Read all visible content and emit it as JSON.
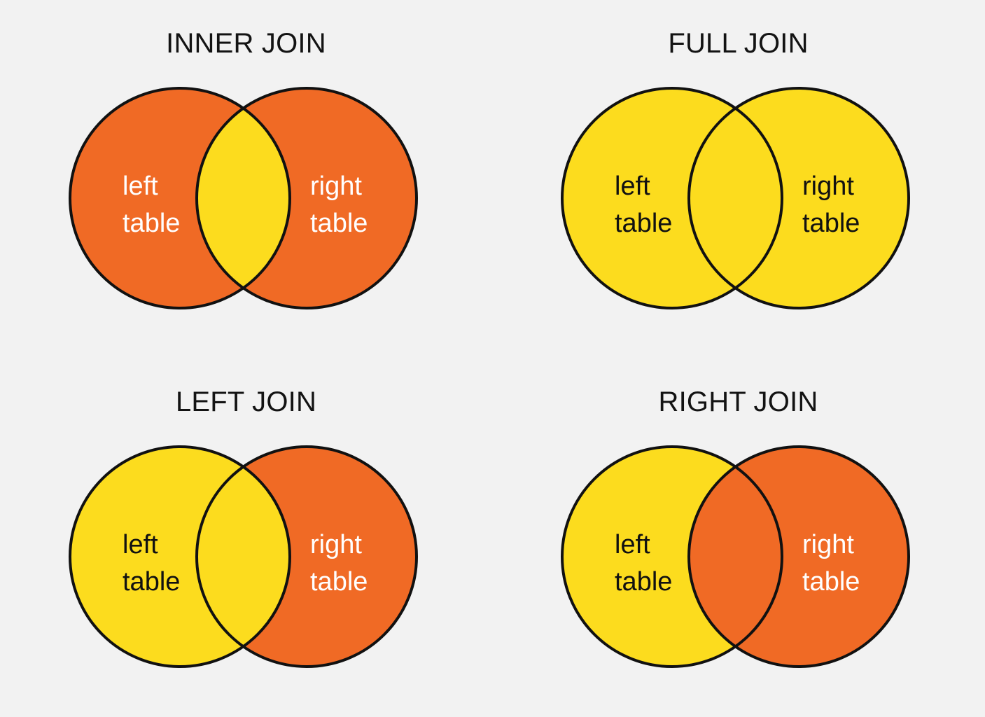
{
  "page": {
    "background_color": "#f2f2f2",
    "title_color": "#131313"
  },
  "palette": {
    "orange": "#f06a25",
    "yellow": "#fcdc1e",
    "outline": "#111111",
    "text_on_orange": "#ffffff",
    "text_on_yellow": "#111111"
  },
  "diagram": {
    "type": "venn",
    "label_left": "left\ntable",
    "label_right": "right\ntable",
    "left_label_line1": "left",
    "left_label_line2": "table",
    "right_label_line1": "right",
    "right_label_line2": "table"
  },
  "panels": [
    {
      "id": "inner-join",
      "title": "INNER JOIN",
      "left_label_line1": "left",
      "left_label_line2": "table",
      "right_label_line1": "right",
      "right_label_line2": "table",
      "left_only_fill": "#f06a25",
      "right_only_fill": "#f06a25",
      "intersection_fill": "#fcdc1e",
      "left_text_color": "#ffffff",
      "right_text_color": "#ffffff",
      "highlighted_region": "intersection"
    },
    {
      "id": "full-join",
      "title": "FULL JOIN",
      "left_label_line1": "left",
      "left_label_line2": "table",
      "right_label_line1": "right",
      "right_label_line2": "table",
      "left_only_fill": "#fcdc1e",
      "right_only_fill": "#fcdc1e",
      "intersection_fill": "#fcdc1e",
      "left_text_color": "#111111",
      "right_text_color": "#111111",
      "highlighted_region": "both-circles"
    },
    {
      "id": "left-join",
      "title": "LEFT JOIN",
      "left_label_line1": "left",
      "left_label_line2": "table",
      "right_label_line1": "right",
      "right_label_line2": "table",
      "left_only_fill": "#fcdc1e",
      "right_only_fill": "#f06a25",
      "intersection_fill": "#fcdc1e",
      "left_text_color": "#111111",
      "right_text_color": "#ffffff",
      "highlighted_region": "left-circle"
    },
    {
      "id": "right-join",
      "title": "RIGHT JOIN",
      "left_label_line1": "left",
      "left_label_line2": "table",
      "right_label_line1": "right",
      "right_label_line2": "table",
      "left_only_fill": "#fcdc1e",
      "right_only_fill": "#f06a25",
      "intersection_fill": "#f06a25",
      "left_text_color": "#111111",
      "right_text_color": "#ffffff",
      "highlighted_region": "right-circle"
    }
  ]
}
